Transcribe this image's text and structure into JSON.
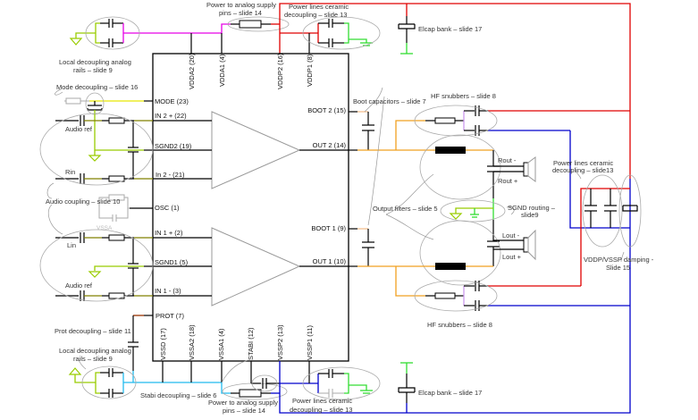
{
  "diagram": {
    "type": "amplifier-layout-schematic",
    "colors": {
      "analog_supply": "#e600e6",
      "power_positive": "#e00000",
      "power_negative": "#0000cc",
      "ground": "#33dd33",
      "signal_ground": "#99cc00",
      "mode": "#e8e800",
      "output": "#f0a020",
      "analog_ground": "#22bbee",
      "prot": "#993300",
      "snubber": "#cc99ee"
    },
    "chip": {
      "left_pins": [
        "MODE (23)",
        "IN 2 + (22)",
        "SGND2 (19)",
        "In 2 - (21)",
        "OSC (1)",
        "IN 1 + (2)",
        "SGND1 (5)",
        "IN 1 - (3)",
        "PROT (7)"
      ],
      "right_pins": [
        "BOOT 2 (15)",
        "OUT 2 (14)",
        "BOOT 1 (9)",
        "OUT 1 (10)"
      ],
      "top_pins": [
        "VDDA2 (20)",
        "VDDA1 (4)",
        "VDDP2 (16)",
        "VDDP1 (8)"
      ],
      "bottom_pins": [
        "VSSD (17)",
        "VSSA2 (18)",
        "VSSA1 (4)",
        "STABI (12)",
        "VSSP2 (13)",
        "VSSP1 (11)"
      ]
    },
    "annotations": {
      "local_decoupling_top": [
        "Local decoupling analog",
        "rails – slide 9"
      ],
      "power_analog_top": [
        "Power to analog supply",
        "pins – slide 14"
      ],
      "power_ceramic_top": [
        "Power lines ceramic",
        "decoupling – slide 13"
      ],
      "elcap_top": "Elcap bank – slide 17",
      "mode_decoupling": "Mode decoupling – slide 16",
      "audio_ref_top": "Audio ref",
      "rin": "Rin",
      "audio_coupling": "Audio coupling – slide 10",
      "vssa": "VSSA",
      "lin": "Lin",
      "audio_ref_bottom": "Audio ref",
      "prot_decoupling": "Prot decoupling – slide 11",
      "local_decoupling_bottom": [
        "Local decoupling analog",
        "rails – slide 9"
      ],
      "stabi_decoupling": "Stabi decoupling – slide 6",
      "power_analog_bottom": [
        "Power to analog supply",
        "pins – slide 14"
      ],
      "power_ceramic_bottom": [
        "Power lines ceramic",
        "decoupling – slide 13"
      ],
      "elcap_bottom": "Elcap bank – slide 17",
      "boot_capacitors": "Boot capacitors – slide 7",
      "hf_snubbers_top": "HF snubbers – slide 8",
      "hf_snubbers_bottom": "HF snubbers – slide 8",
      "output_filters": "Output filters – slide 5",
      "sgnd_routing": [
        "SGND routing –",
        "slide9"
      ],
      "rout_minus": "Rout -",
      "rout_plus": "Rout +",
      "lout_minus": "Lout -",
      "lout_plus": "Lout +",
      "power_ceramic_right": [
        "Power lines ceramic",
        "decoupling – slide13"
      ],
      "damping": [
        "VDDP/VSSP damping -",
        "Slide 15"
      ]
    }
  }
}
